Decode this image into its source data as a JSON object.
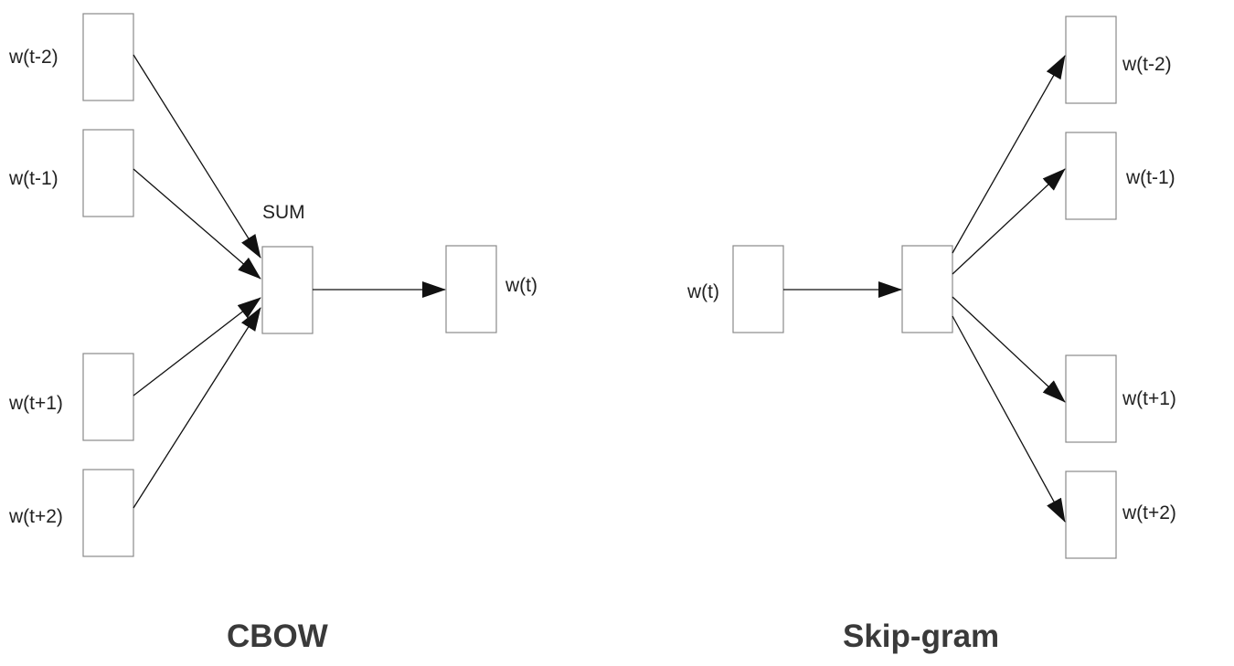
{
  "cbow": {
    "title": "CBOW",
    "sum_label": "SUM",
    "inputs": [
      "w(t-2)",
      "w(t-1)",
      "w(t+1)",
      "w(t+2)"
    ],
    "output": "w(t)"
  },
  "skipgram": {
    "title": "Skip-gram",
    "input": "w(t)",
    "outputs": [
      "w(t-2)",
      "w(t-1)",
      "w(t+1)",
      "w(t+2)"
    ]
  },
  "colors": {
    "box_stroke": "#8a8a8a",
    "edge": "#111111",
    "text": "#222222",
    "title": "#3a3a3a"
  }
}
